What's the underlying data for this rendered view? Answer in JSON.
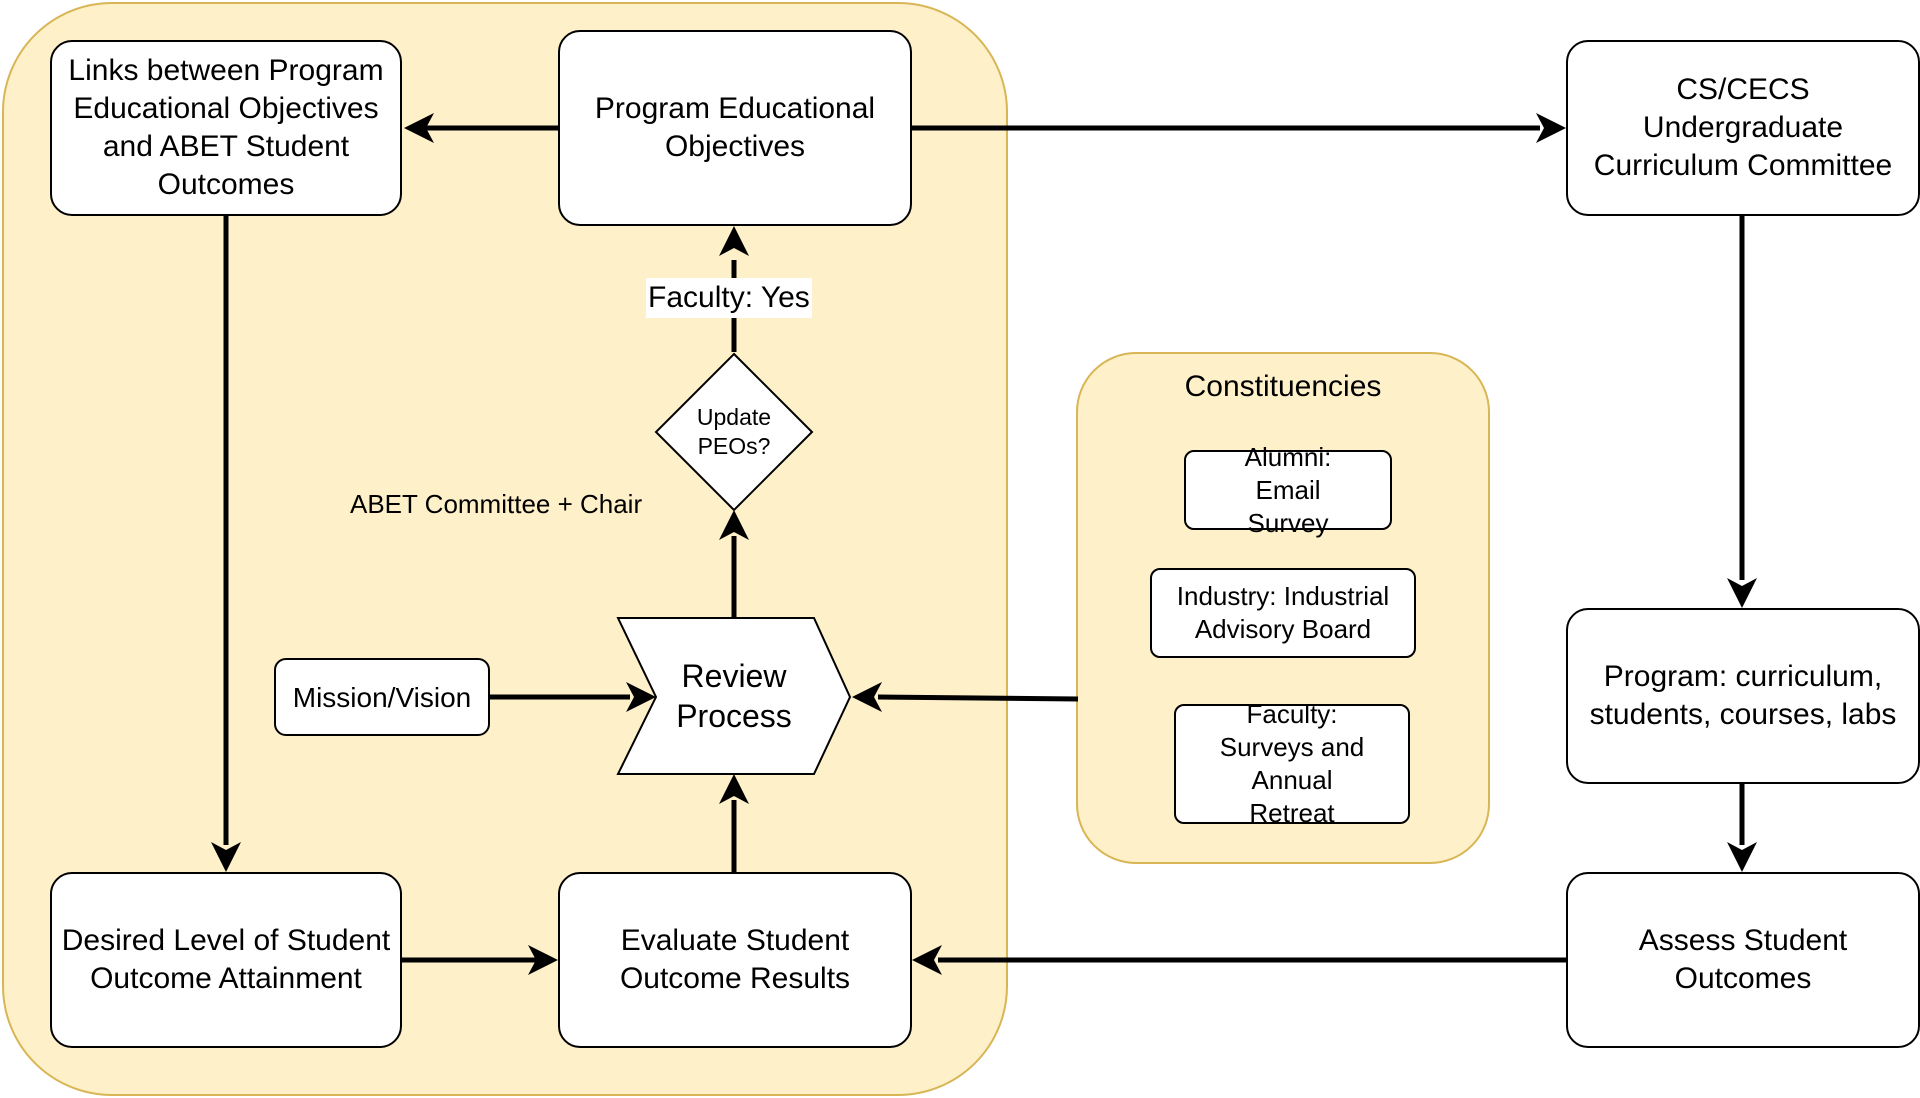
{
  "groups": {
    "main": {
      "fill": "#fef0c8",
      "stroke": "#d8b656"
    },
    "constituencies": {
      "title": "Constituencies"
    }
  },
  "nodes": {
    "links": "Links between Program Educational Objectives and ABET Student Outcomes",
    "peo": "Program Educational Objectives",
    "committee": "CS/CECS Undergraduate Curriculum Committee",
    "update": "Update PEOs?",
    "review": "Review Process",
    "mission": "Mission/Vision",
    "desired": "Desired Level of Student Outcome Attainment",
    "evaluate": "Evaluate Student Outcome Results",
    "program": "Program: curriculum, students, courses, labs",
    "assess": "Assess Student Outcomes",
    "alumni": "Alumni: Email Survey",
    "industry": "Industry: Industrial Advisory Board",
    "faculty": "Faculty: Surveys and Annual Retreat"
  },
  "edge_labels": {
    "faculty_yes": "Faculty: Yes",
    "abet_chair": "ABET Committee + Chair"
  }
}
